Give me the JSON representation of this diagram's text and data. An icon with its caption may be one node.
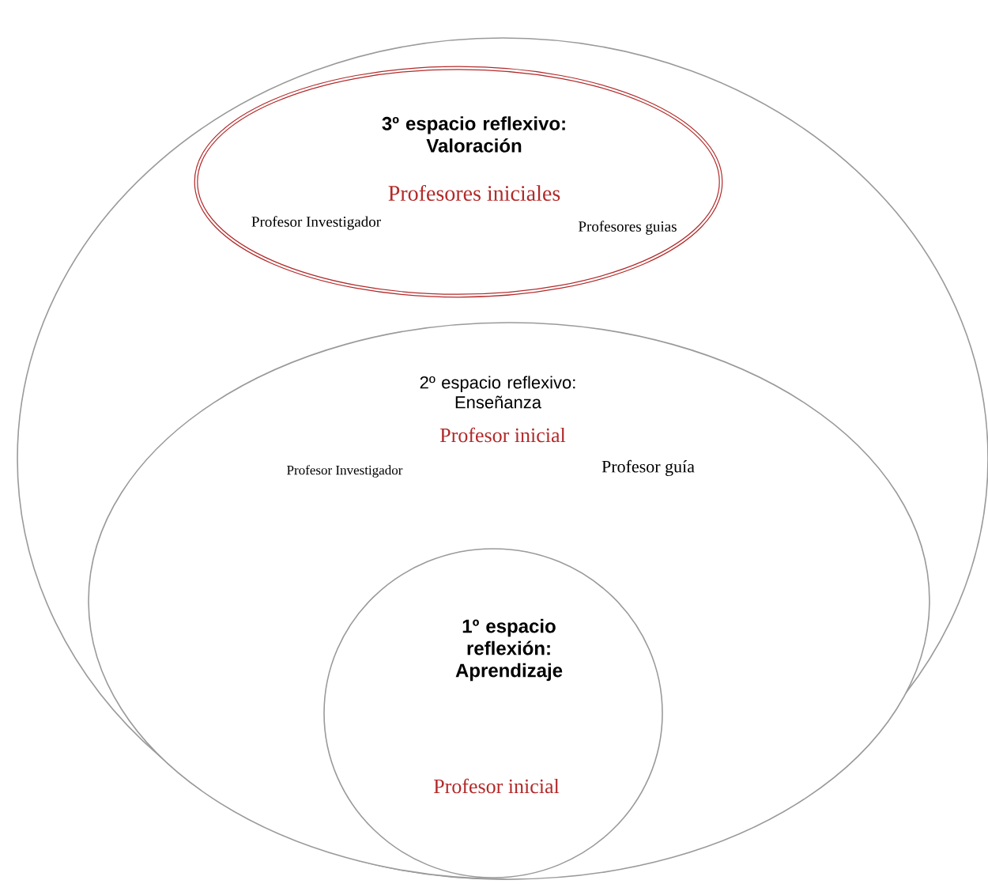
{
  "diagram": {
    "nodes": [
      {
        "text": [],
        "shape": "ellipse"
      },
      {
        "text": [
          "3º espacio reflexivo: Valoración",
          "Profesores iniciales",
          "Profesor Investigador",
          "Profesores guias"
        ],
        "in": 0
      },
      {
        "text": [
          "2º espacio reflexivo: Enseñanza",
          "Profesor inicial",
          "Profesor Investigador",
          "Profesor guía"
        ],
        "in": 0
      },
      {
        "text": [
          "1º espacio reflexión: Aprendizaje",
          "Profesor inicial"
        ],
        "in": 2
      }
    ]
  }
}
